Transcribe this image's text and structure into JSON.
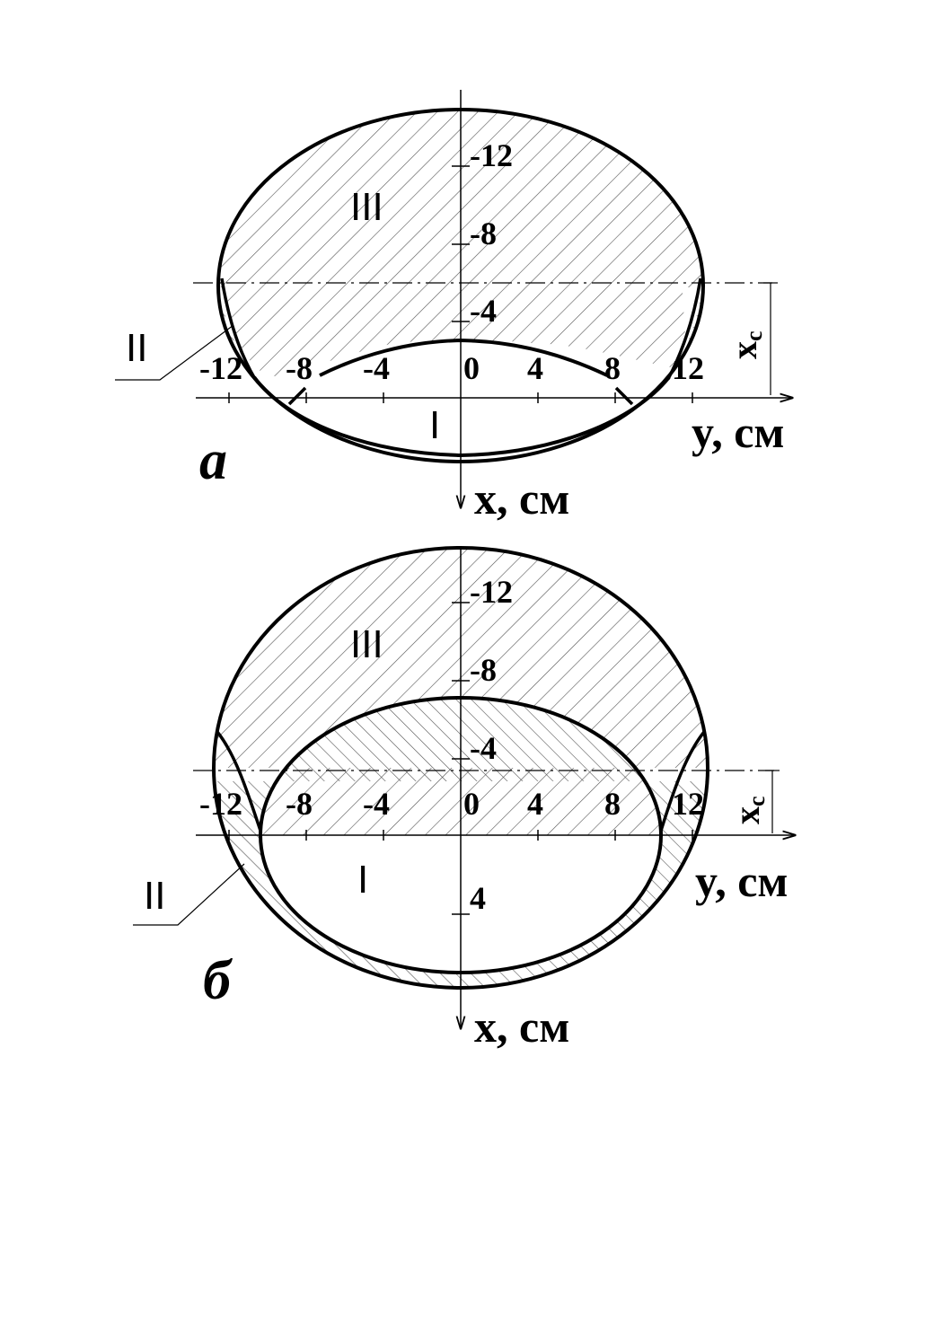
{
  "panels": [
    {
      "id": "a",
      "letter": "а",
      "y_ticks": [
        "-12",
        "-8",
        "-4",
        "0",
        "4",
        "8",
        "12"
      ],
      "x_ticks": [
        "-12",
        "-8",
        "-4"
      ],
      "y_axis_label": "y, см",
      "x_axis_label": "x, см",
      "xc_label": "x",
      "xc_sub": "c",
      "zone_I": "I",
      "zone_II": "II",
      "zone_III": "III"
    },
    {
      "id": "b",
      "letter": "б",
      "y_ticks": [
        "-12",
        "-8",
        "-4",
        "0",
        "4",
        "8",
        "12"
      ],
      "x_ticks": [
        "-12",
        "-8",
        "-4",
        "4"
      ],
      "y_axis_label": "y, см",
      "x_axis_label": "x, см",
      "xc_label": "x",
      "xc_sub": "c",
      "zone_I": "I",
      "zone_II": "II",
      "zone_III": "III"
    }
  ]
}
